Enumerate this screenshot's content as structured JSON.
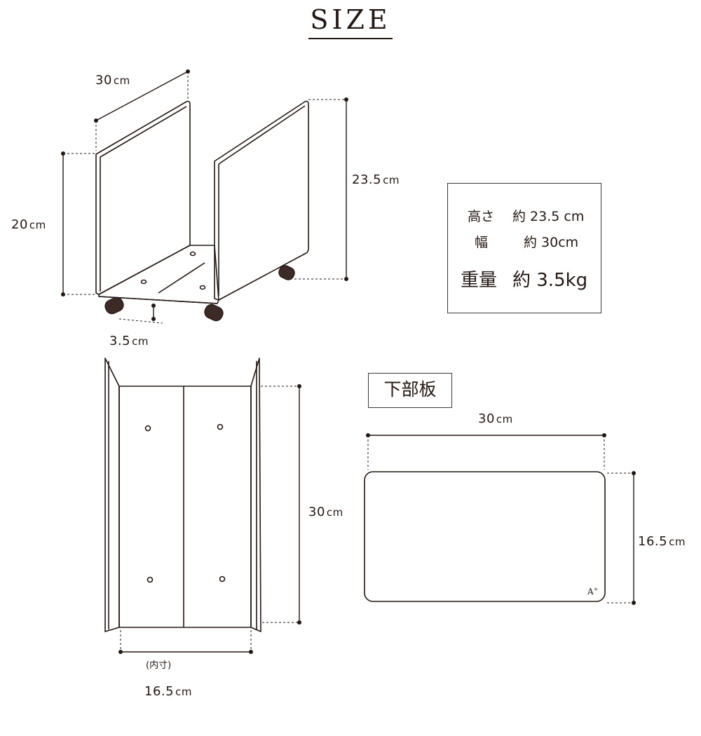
{
  "title": "SIZE",
  "unit": "cm",
  "dimensions": {
    "top_width": "30",
    "height_side": "20",
    "height_total": "23.5",
    "caster_height": "3.5",
    "depth_front": "30",
    "inner_width": "16.5",
    "inner_note": "(内寸)",
    "board_width": "30",
    "board_depth": "16.5"
  },
  "specs": {
    "height_label": "高さ",
    "height_value": "約 23.5 cm",
    "width_label": "幅",
    "width_value": "約 30cm",
    "weight_label": "重量",
    "weight_value": "約 3.5kg"
  },
  "bottom_board_label": "下部板",
  "board_mark": "A",
  "board_mark_sup": "+",
  "colors": {
    "ink": "#231815",
    "box_border": "#3a3a3a",
    "caster": "#3b2a25"
  }
}
